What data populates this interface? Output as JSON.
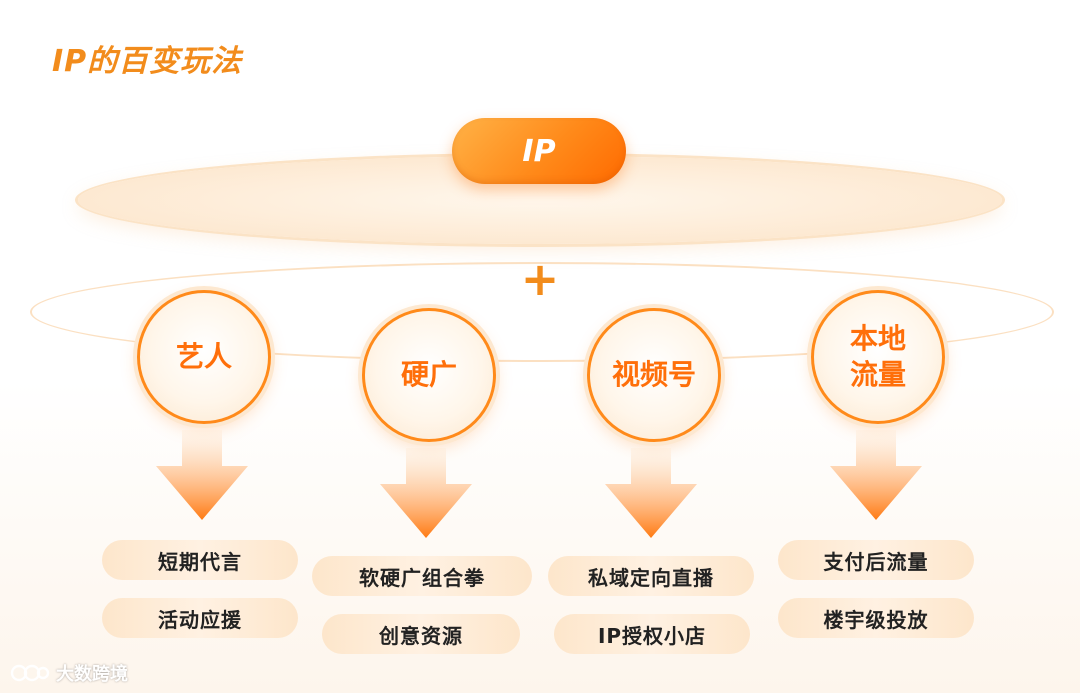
{
  "title": "IP的百变玩法",
  "center": {
    "label": "IP",
    "connector": "+"
  },
  "columns": [
    {
      "node": "艺人",
      "items": [
        "短期代言",
        "活动应援"
      ]
    },
    {
      "node": "硬广",
      "items": [
        "软硬广组合拳",
        "创意资源"
      ]
    },
    {
      "node": "视频号",
      "items": [
        "私域定向直播",
        "IP授权小店"
      ]
    },
    {
      "node": "本地\n流量",
      "items": [
        "支付后流量",
        "楼宇级投放"
      ]
    }
  ],
  "watermark": "大数跨境",
  "colors": {
    "accent": "#ff8a1a",
    "title": "#f28c1c",
    "pill_bg": "#fde6cb"
  }
}
